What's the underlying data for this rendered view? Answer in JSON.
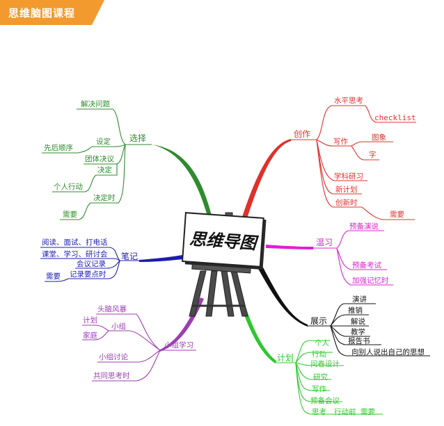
{
  "banner": {
    "title": "思维脑图课程",
    "color": "#F29A2E"
  },
  "center": {
    "text": "思维导图"
  },
  "branches": {
    "xuanze": {
      "color": "#2E8B2E",
      "label": "选择",
      "items": [
        "解决问题",
        "设定",
        "先后顺序",
        "团体决议",
        "决定",
        "个人行动",
        "决定时",
        "需要"
      ]
    },
    "biji": {
      "color": "#1C1CB0",
      "label": "笔记",
      "items": [
        "阅读、面试、打电话",
        "课堂、学习、研讨会",
        "会议记录",
        "记录要点时",
        "需要"
      ]
    },
    "xiaozu": {
      "color": "#9B3FB0",
      "label": "小组学习",
      "items": [
        "头脑风暴",
        "计划",
        "小组",
        "家庭",
        "小组讨论",
        "共同思考时"
      ]
    },
    "chuangzuo": {
      "color": "#E0302A",
      "label": "创作",
      "items": [
        "水平思考",
        "checklist",
        "写作",
        "图象",
        "字",
        "学科研习",
        "新计划",
        "创新时",
        "需要"
      ]
    },
    "wenxi": {
      "color": "#E020D0",
      "label": "温习",
      "items": [
        "预备演说",
        "预备考试",
        "加强记忆时"
      ]
    },
    "zhanshi": {
      "color": "#111111",
      "label": "展示",
      "items": [
        "演讲",
        "推销",
        "解说",
        "教学",
        "报告书",
        "向别人说出自己的思想"
      ]
    },
    "jihua": {
      "color": "#2EC72E",
      "label": "计划",
      "items": [
        "个人",
        "行动",
        "问卷设计",
        "研究",
        "写作",
        "预备会议",
        "思考",
        "行动前",
        "需要"
      ]
    }
  }
}
